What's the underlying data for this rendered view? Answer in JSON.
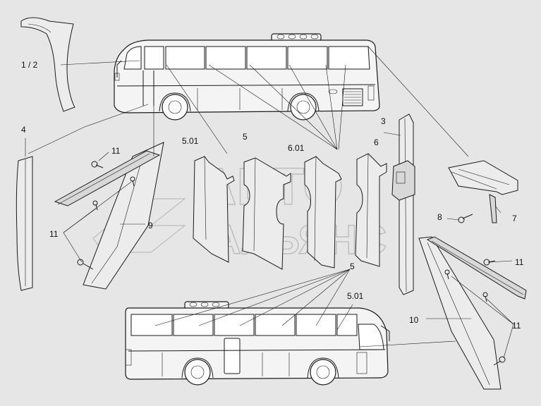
{
  "callouts": {
    "c1_2": "1 / 2",
    "c3": "3",
    "c4": "4",
    "c5_top": "5",
    "c5_bottom": "5",
    "c5_01_top": "5.01",
    "c5_01_bottom": "5.01",
    "c6": "6",
    "c6_01": "6.01",
    "c7": "7",
    "c8": "8",
    "c9": "9",
    "c10": "10",
    "c11_a": "11",
    "c11_b": "11",
    "c11_c": "11",
    "c11_d": "11"
  },
  "watermark": {
    "line1": "АВТО",
    "line2": "АЛЬЯНС"
  },
  "colors": {
    "background": "#e6e6e6",
    "line": "#1a1a1a",
    "watermark": "#9a9a9a"
  }
}
